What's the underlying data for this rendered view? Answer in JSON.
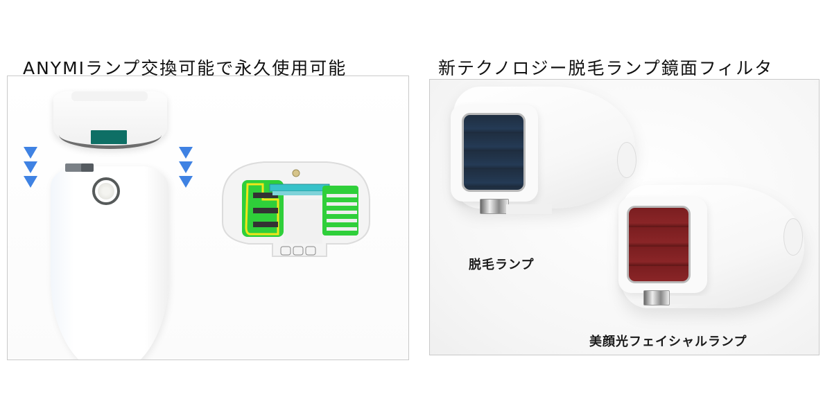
{
  "left": {
    "heading": "ANYMIランプ交換可能で永久使用可能",
    "illustration": "handset-with-detached-lamp-cartridge",
    "arrow_color": "#3f82e3",
    "accent_color": "#0e6f65"
  },
  "right": {
    "heading": "新テクノロジー脱毛ランプ鏡面フィルタ",
    "captions": {
      "hair_removal_lamp": "脱毛ランプ",
      "facial_lamp": "美顔光フェイシャルランプ"
    },
    "filter_colors": {
      "hair_removal": "#243a55",
      "facial": "#8a2527"
    }
  }
}
